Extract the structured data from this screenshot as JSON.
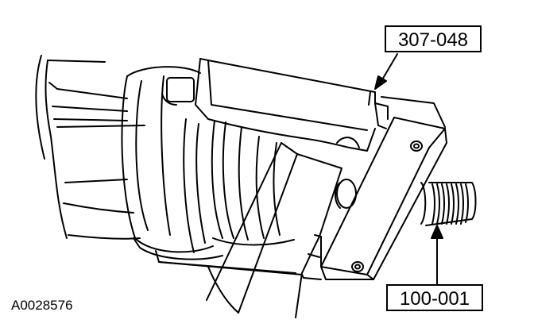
{
  "callouts": {
    "top_tool": "307-048",
    "bottom_tool": "100-001"
  },
  "figure_id": "A0028576",
  "colors": {
    "line": "#000000",
    "background": "#ffffff",
    "thread": "#000000"
  }
}
